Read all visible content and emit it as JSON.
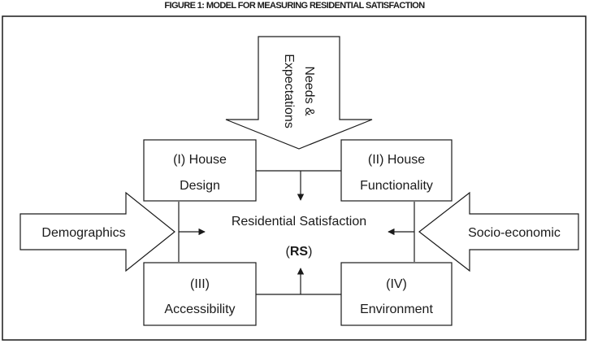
{
  "figure": {
    "title": "FIGURE 1: MODEL FOR MEASURING RESIDENTIAL SATISFACTION"
  },
  "diagram": {
    "center": {
      "label": "Residential Satisfaction",
      "abbr_open": "(",
      "abbr": "RS",
      "abbr_close": ")"
    },
    "boxes": {
      "house_design": {
        "line1": "(I) House",
        "line2": "Design"
      },
      "house_functionality": {
        "line1": "(II) House",
        "line2": "Functionality"
      },
      "accessibility": {
        "line1": "(III)",
        "line2": "Accessibility"
      },
      "environment": {
        "line1": "(IV)",
        "line2": "Environment"
      }
    },
    "inputs": {
      "top": {
        "line1": "Needs &",
        "line2": "Expectations"
      },
      "left": "Demographics",
      "right": "Socio-economic"
    }
  },
  "colors": {
    "stroke": "#1a1a1a",
    "background": "#ffffff"
  }
}
